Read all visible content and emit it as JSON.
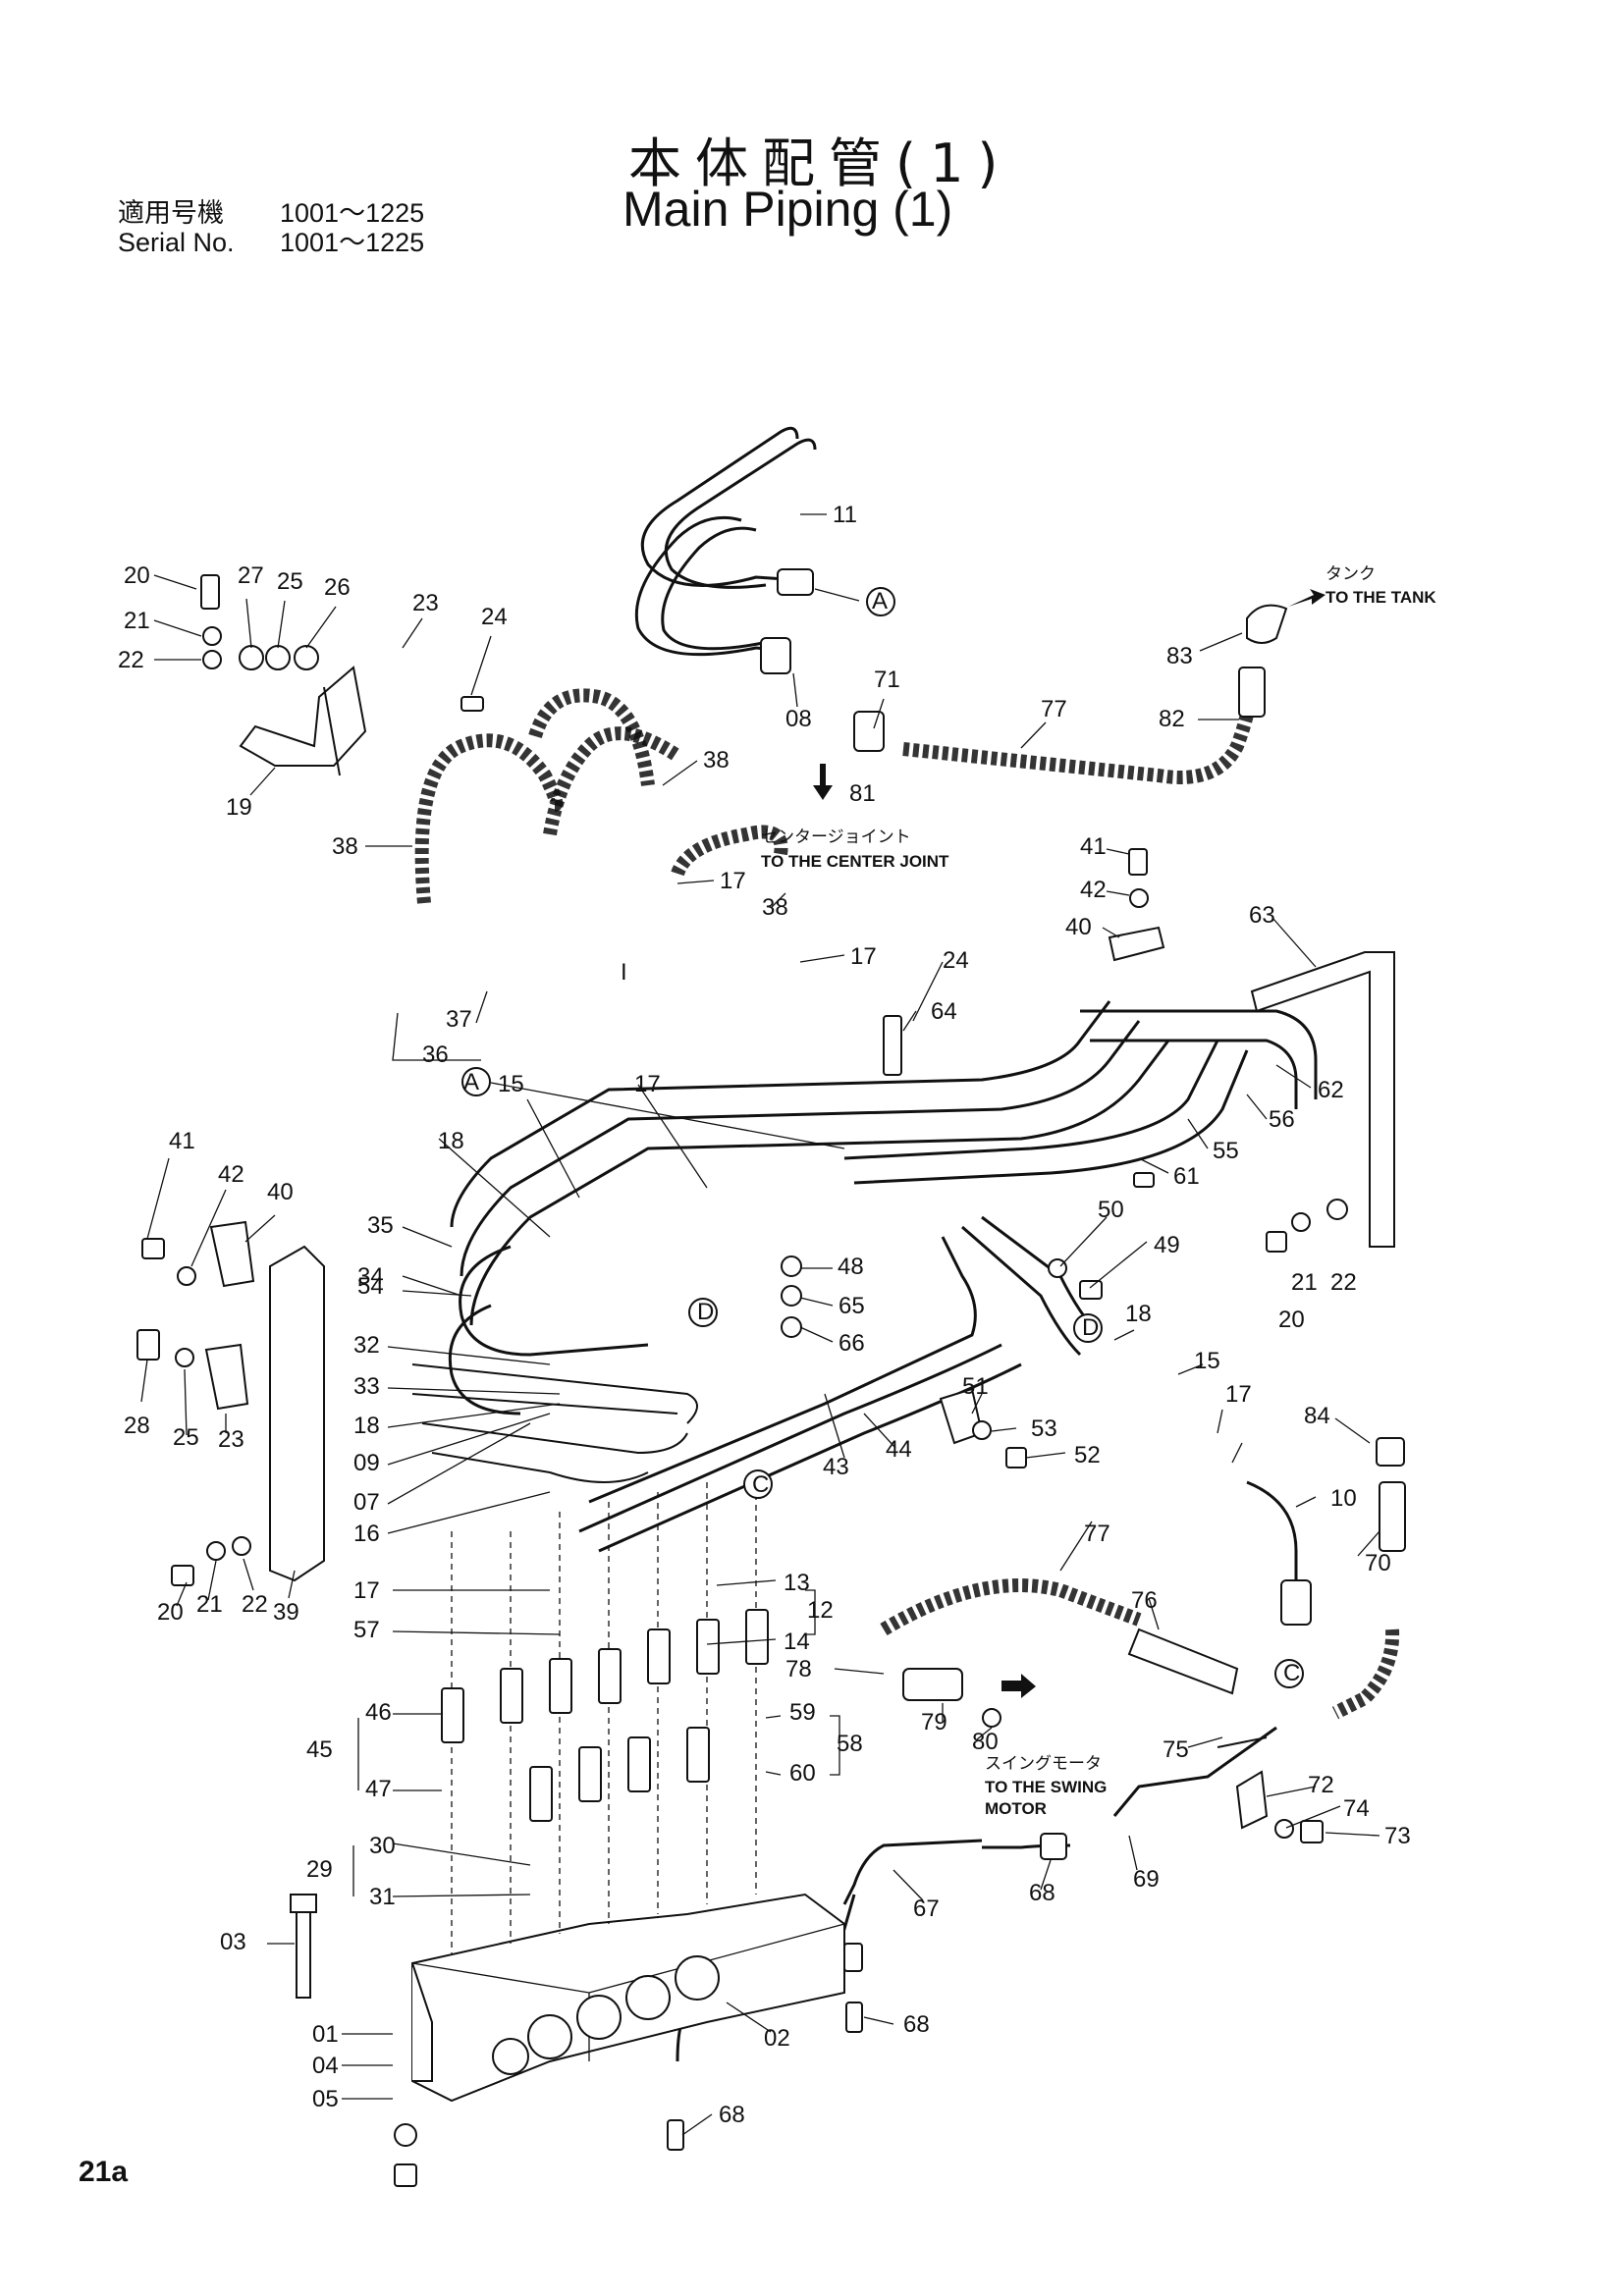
{
  "header": {
    "serial_label_jp": "適用号機",
    "serial_label_en": "Serial No.",
    "serial_range_jp": "1001～1225",
    "serial_range_en": "1001～1225",
    "title_jp": "本体配管(1)",
    "title_en": "Main Piping (1)"
  },
  "annotations": {
    "tank_jp": "タンク",
    "tank_en": "TO THE TANK",
    "center_jp": "センタージョイント",
    "center_en": "TO THE CENTER JOINT",
    "swing_jp": "スイングモータ",
    "swing_en_1": "TO THE SWING",
    "swing_en_2": "MOTOR"
  },
  "page_number": "21a",
  "part_labels": [
    "11",
    "A",
    "08",
    "20",
    "21",
    "22",
    "27",
    "25",
    "26",
    "23",
    "24",
    "19",
    "38",
    "38",
    "38",
    "17",
    "17",
    "37",
    "36",
    "71",
    "77",
    "81",
    "83",
    "82",
    "41",
    "42",
    "40",
    "63",
    "24",
    "64",
    "62",
    "56",
    "55",
    "61",
    "A",
    "15",
    "18",
    "17",
    "35",
    "34",
    "54",
    "32",
    "33",
    "18",
    "09",
    "07",
    "16",
    "17",
    "57",
    "46",
    "45",
    "47",
    "30",
    "29",
    "31",
    "03",
    "01",
    "04",
    "05",
    "41",
    "42",
    "40",
    "28",
    "25",
    "23",
    "20",
    "21",
    "22",
    "39",
    "50",
    "49",
    "48",
    "65",
    "66",
    "D",
    "D",
    "18",
    "15",
    "17",
    "84",
    "10",
    "70",
    "C",
    "C",
    "51",
    "53",
    "52",
    "43",
    "44",
    "13",
    "12",
    "14",
    "59",
    "58",
    "60",
    "77",
    "76",
    "78",
    "79",
    "80",
    "75",
    "72",
    "74",
    "73",
    "69",
    "68",
    "67",
    "68",
    "02",
    "68",
    "20",
    "21",
    "22",
    "I"
  ]
}
